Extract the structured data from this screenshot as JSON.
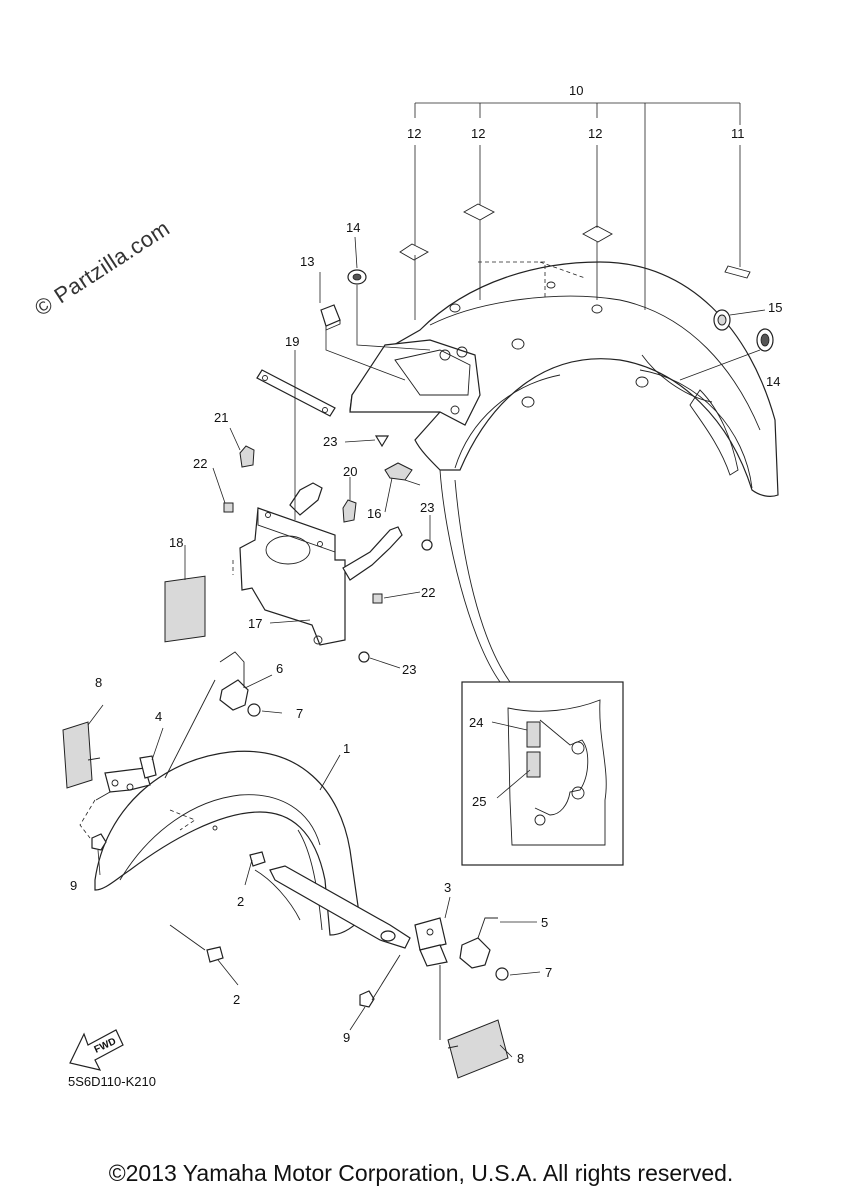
{
  "watermark": "© Partzilla.com",
  "drawing_code": "5S6D110-K210",
  "fwd_label": "FWD",
  "copyright": "©2013 Yamaha Motor Corporation, U.S.A. All rights reserved.",
  "callouts": {
    "c1": "1",
    "c2a": "2",
    "c2b": "2",
    "c3": "3",
    "c4": "4",
    "c5": "5",
    "c6": "6",
    "c7a": "7",
    "c7b": "7",
    "c8a": "8",
    "c8b": "8",
    "c9a": "9",
    "c9b": "9",
    "c10": "10",
    "c11": "11",
    "c12a": "12",
    "c12b": "12",
    "c12c": "12",
    "c13": "13",
    "c14a": "14",
    "c14b": "14",
    "c15": "15",
    "c16": "16",
    "c17": "17",
    "c18": "18",
    "c19": "19",
    "c20": "20",
    "c21": "21",
    "c22a": "22",
    "c22b": "22",
    "c23a": "23",
    "c23b": "23",
    "c23c": "23",
    "c24": "24",
    "c25": "25"
  }
}
